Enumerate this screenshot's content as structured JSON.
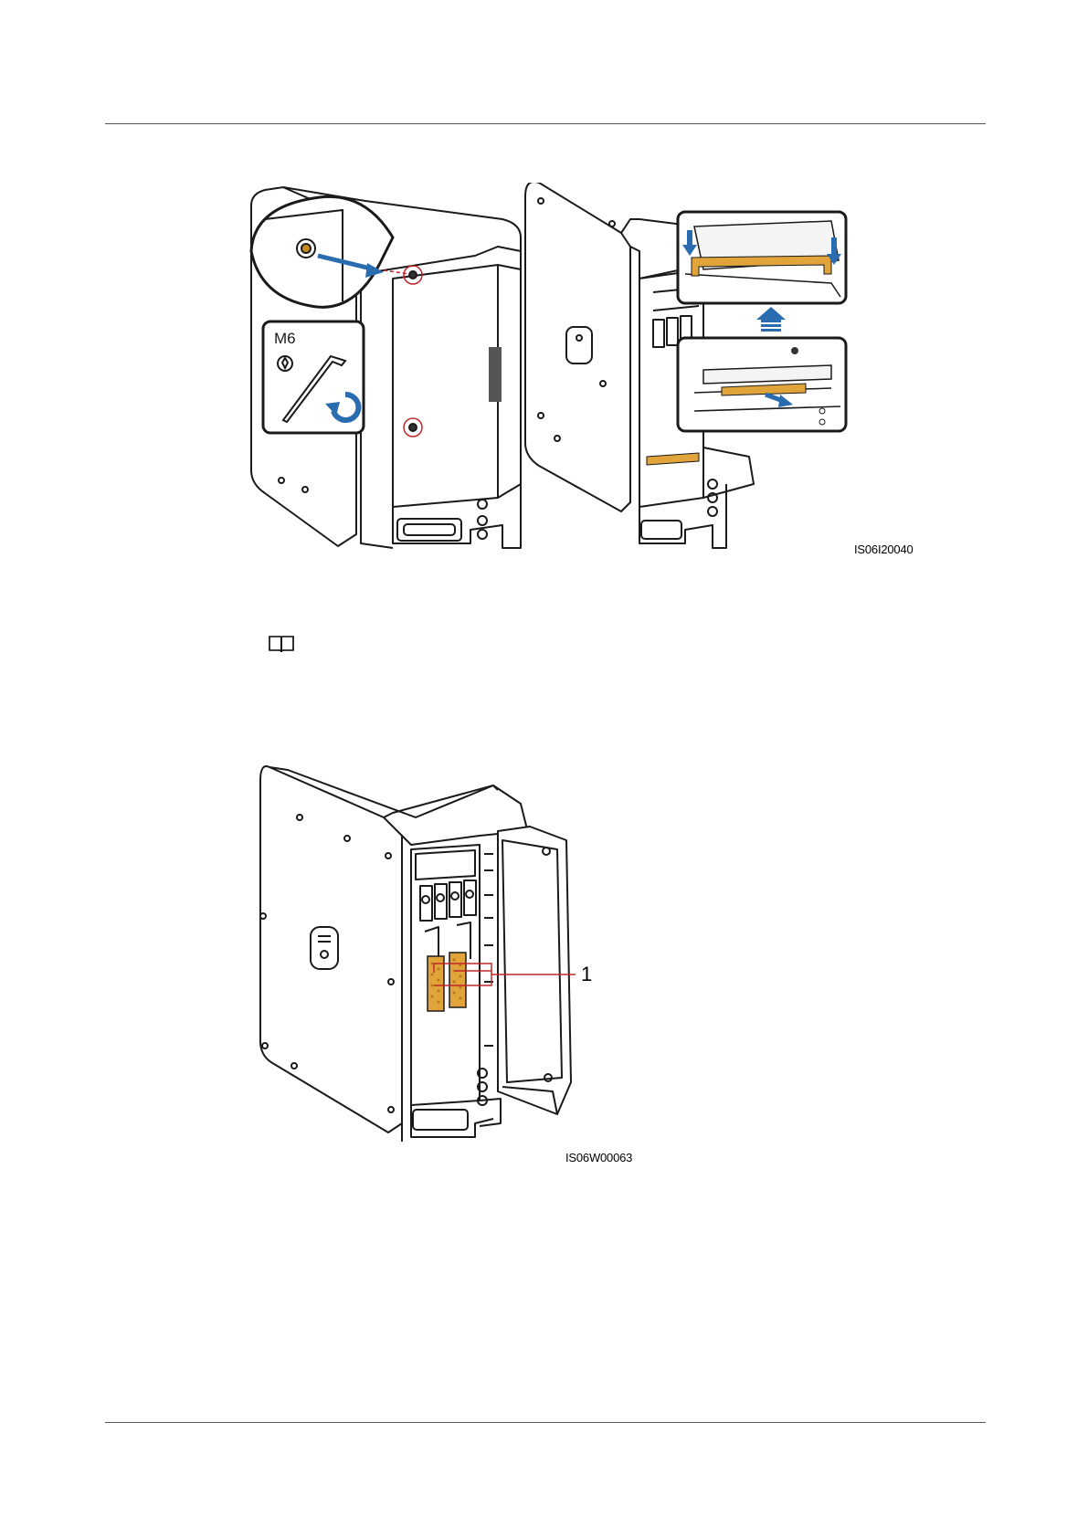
{
  "figure1": {
    "id_label": "IS06I20040",
    "screw_label": "M6"
  },
  "figure2": {
    "id_label": "IS06W00063",
    "callout_number": "1"
  },
  "note": {
    "icon": "book-icon"
  },
  "colors": {
    "arrow_blue": "#2a6cb0",
    "highlight_orange": "#e0a43a",
    "marker_red": "#c0262c",
    "line": "#1a1a1a"
  }
}
